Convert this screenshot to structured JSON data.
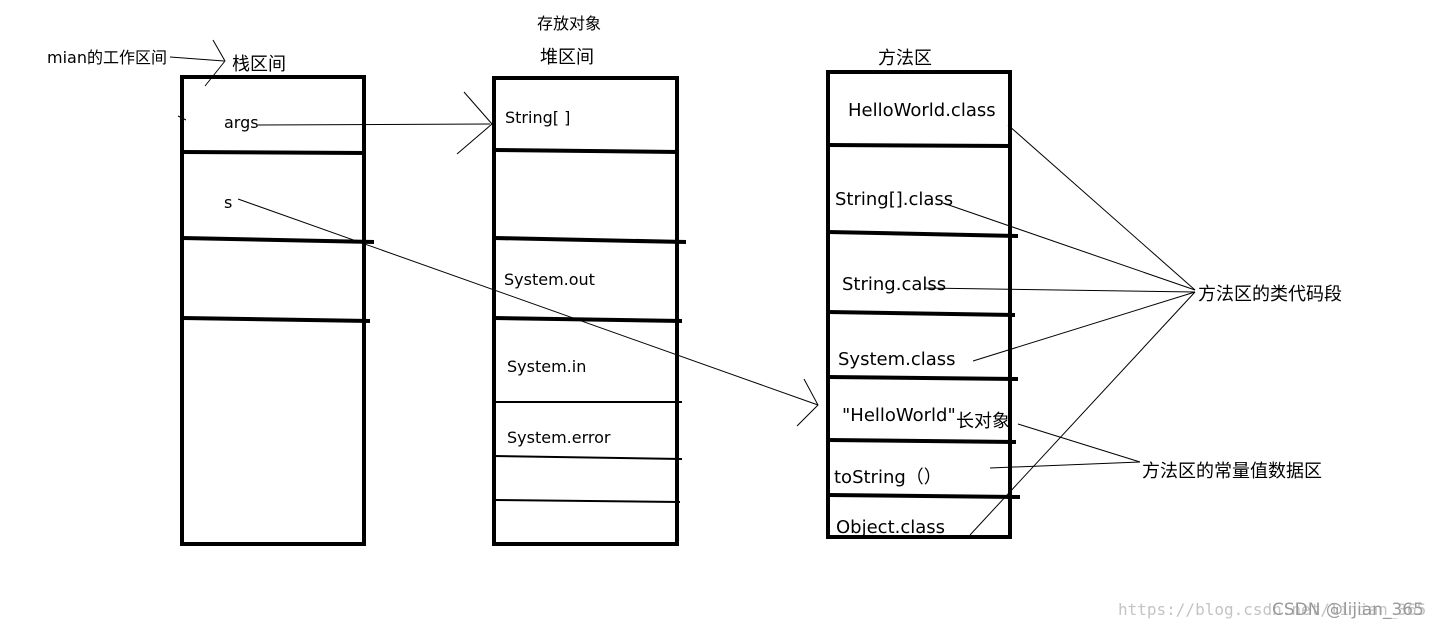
{
  "labels": {
    "store_objects": "存放对象",
    "main_work_area": "mian的工作区间",
    "stack_title": "栈区间",
    "heap_title": "堆区间",
    "method_title": "方法区",
    "long_object": "长对象",
    "class_code_segment": "方法区的类代码段",
    "constant_data_area": "方法区的常量值数据区"
  },
  "stack": {
    "cells": [
      "args",
      "s",
      "",
      ""
    ]
  },
  "heap": {
    "cells": [
      "String[ ]",
      "",
      "System.out",
      "System.in",
      "System.error",
      "",
      ""
    ]
  },
  "method_area": {
    "cells": [
      "HelloWorld.class",
      "String[].class",
      "String.calss",
      "System.class",
      "\"HelloWorld\"",
      "toString（）",
      "Object.class"
    ]
  },
  "watermark": {
    "url": "https://blog.csdn.net/lijian_365",
    "brand": "CSDN @lijian_365"
  },
  "colors": {
    "ink": "#000000",
    "background": "#ffffff",
    "watermark": "#c4c4c4"
  }
}
